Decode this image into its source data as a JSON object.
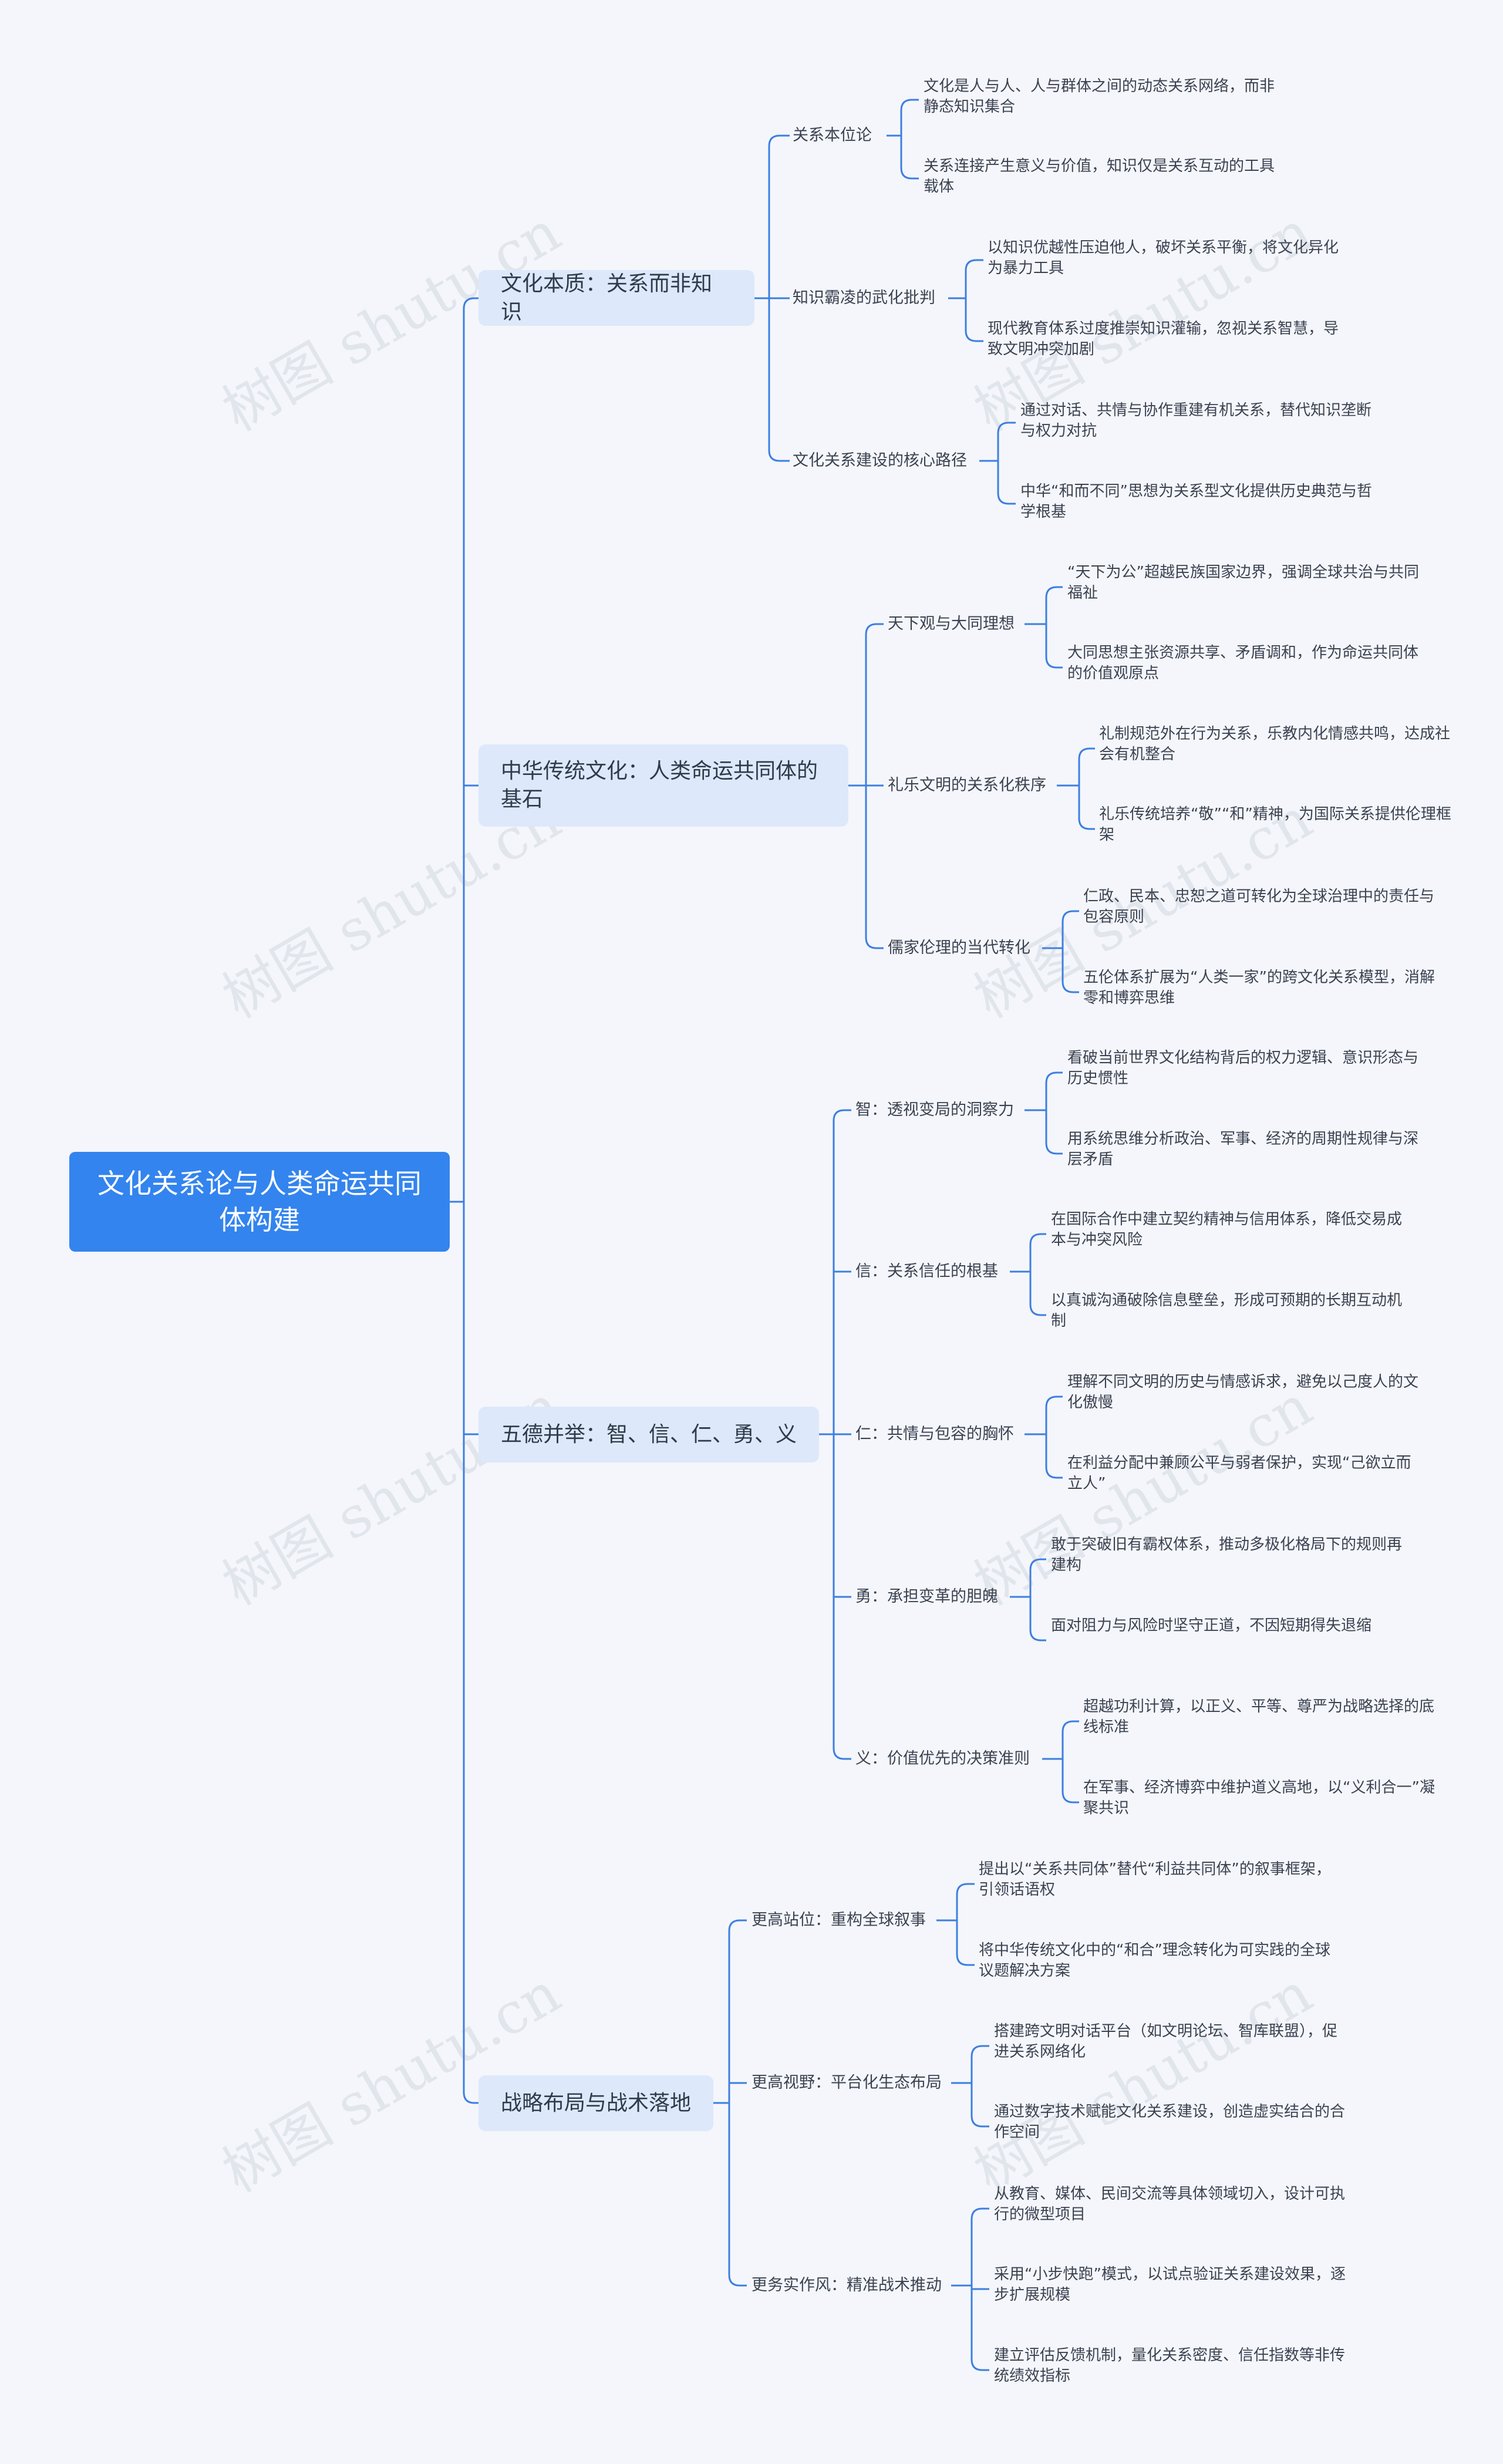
{
  "root": "文化关系论与人类命运共同体构建",
  "branches": [
    {
      "label": "文化本质：关系而非知识",
      "children": [
        {
          "label": "关系本位论",
          "leaves": [
            "文化是人与人、人与群体之间的动态关系网络，而非静态知识集合",
            "关系连接产生意义与价值，知识仅是关系互动的工具载体"
          ]
        },
        {
          "label": "知识霸凌的武化批判",
          "leaves": [
            "以知识优越性压迫他人，破坏关系平衡，将文化异化为暴力工具",
            "现代教育体系过度推崇知识灌输，忽视关系智慧，导致文明冲突加剧"
          ]
        },
        {
          "label": "文化关系建设的核心路径",
          "leaves": [
            "通过对话、共情与协作重建有机关系，替代知识垄断与权力对抗",
            "中华“和而不同”思想为关系型文化提供历史典范与哲学根基"
          ]
        }
      ]
    },
    {
      "label": "中华传统文化：人类命运共同体的基石",
      "children": [
        {
          "label": "天下观与大同理想",
          "leaves": [
            "“天下为公”超越民族国家边界，强调全球共治与共同福祉",
            "大同思想主张资源共享、矛盾调和，作为命运共同体的价值观原点"
          ]
        },
        {
          "label": "礼乐文明的关系化秩序",
          "leaves": [
            "礼制规范外在行为关系，乐教内化情感共鸣，达成社会有机整合",
            "礼乐传统培养“敬”“和”精神，为国际关系提供伦理框架"
          ]
        },
        {
          "label": "儒家伦理的当代转化",
          "leaves": [
            "仁政、民本、忠恕之道可转化为全球治理中的责任与包容原则",
            "五伦体系扩展为“人类一家”的跨文化关系模型，消解零和博弈思维"
          ]
        }
      ]
    },
    {
      "label": "五德并举：智、信、仁、勇、义",
      "children": [
        {
          "label": "智：透视变局的洞察力",
          "leaves": [
            "看破当前世界文化结构背后的权力逻辑、意识形态与历史惯性",
            "用系统思维分析政治、军事、经济的周期性规律与深层矛盾"
          ]
        },
        {
          "label": "信：关系信任的根基",
          "leaves": [
            "在国际合作中建立契约精神与信用体系，降低交易成本与冲突风险",
            "以真诚沟通破除信息壁垒，形成可预期的长期互动机制"
          ]
        },
        {
          "label": "仁：共情与包容的胸怀",
          "leaves": [
            "理解不同文明的历史与情感诉求，避免以己度人的文化傲慢",
            "在利益分配中兼顾公平与弱者保护，实现“己欲立而立人”"
          ]
        },
        {
          "label": "勇：承担变革的胆魄",
          "leaves": [
            "敢于突破旧有霸权体系，推动多极化格局下的规则再建构",
            "面对阻力与风险时坚守正道，不因短期得失退缩"
          ]
        },
        {
          "label": "义：价值优先的决策准则",
          "leaves": [
            "超越功利计算，以正义、平等、尊严为战略选择的底线标准",
            "在军事、经济博弈中维护道义高地，以“义利合一”凝聚共识"
          ]
        }
      ]
    },
    {
      "label": "战略布局与战术落地",
      "children": [
        {
          "label": "更高站位：重构全球叙事",
          "leaves": [
            "提出以“关系共同体”替代“利益共同体”的叙事框架，引领话语权",
            "将中华传统文化中的“和合”理念转化为可实践的全球议题解决方案"
          ]
        },
        {
          "label": "更高视野：平台化生态布局",
          "leaves": [
            "搭建跨文明对话平台（如文明论坛、智库联盟），促进关系网络化",
            "通过数字技术赋能文化关系建设，创造虚实结合的合作空间"
          ]
        },
        {
          "label": "更务实作风：精准战术推动",
          "leaves": [
            "从教育、媒体、民间交流等具体领域切入，设计可执行的微型项目",
            "采用“小步快跑”模式，以试点验证关系建设效果，逐步扩展规模",
            "建立评估反馈机制，量化关系密度、信任指数等非传统绩效指标"
          ]
        }
      ]
    }
  ],
  "watermark": "树图 shutu.cn",
  "colors": {
    "line": "#3d7fe0",
    "root_bg": "#3384ee",
    "branch_bg": "#dde8fb",
    "page_bg": "#f4f6fb"
  }
}
